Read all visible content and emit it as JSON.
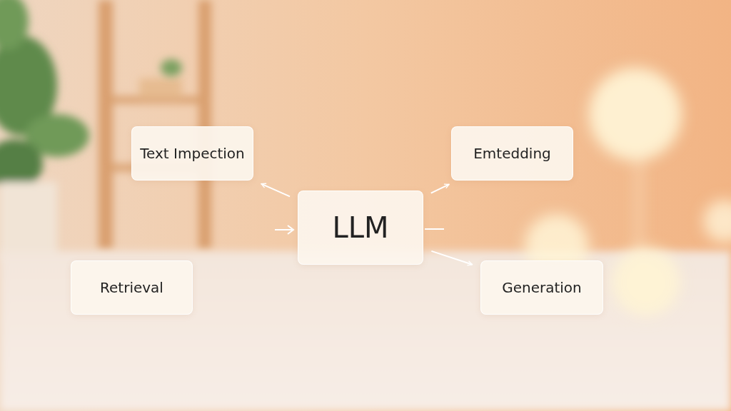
{
  "diagram": {
    "nodes": [
      {
        "text": [
          "Text Impection"
        ]
      },
      {
        "text": [
          "Emtedding"
        ]
      },
      {
        "text": [
          "LLM"
        ]
      },
      {
        "text": [
          "Retrieval"
        ]
      },
      {
        "text": [
          "Generation"
        ]
      }
    ],
    "edges": [
      {
        "from": 2,
        "to": 0,
        "arrow": "to"
      },
      {
        "from": 2,
        "to": 1,
        "arrow": "to"
      },
      {
        "from": 2,
        "to": 4,
        "arrow": "to"
      }
    ]
  }
}
